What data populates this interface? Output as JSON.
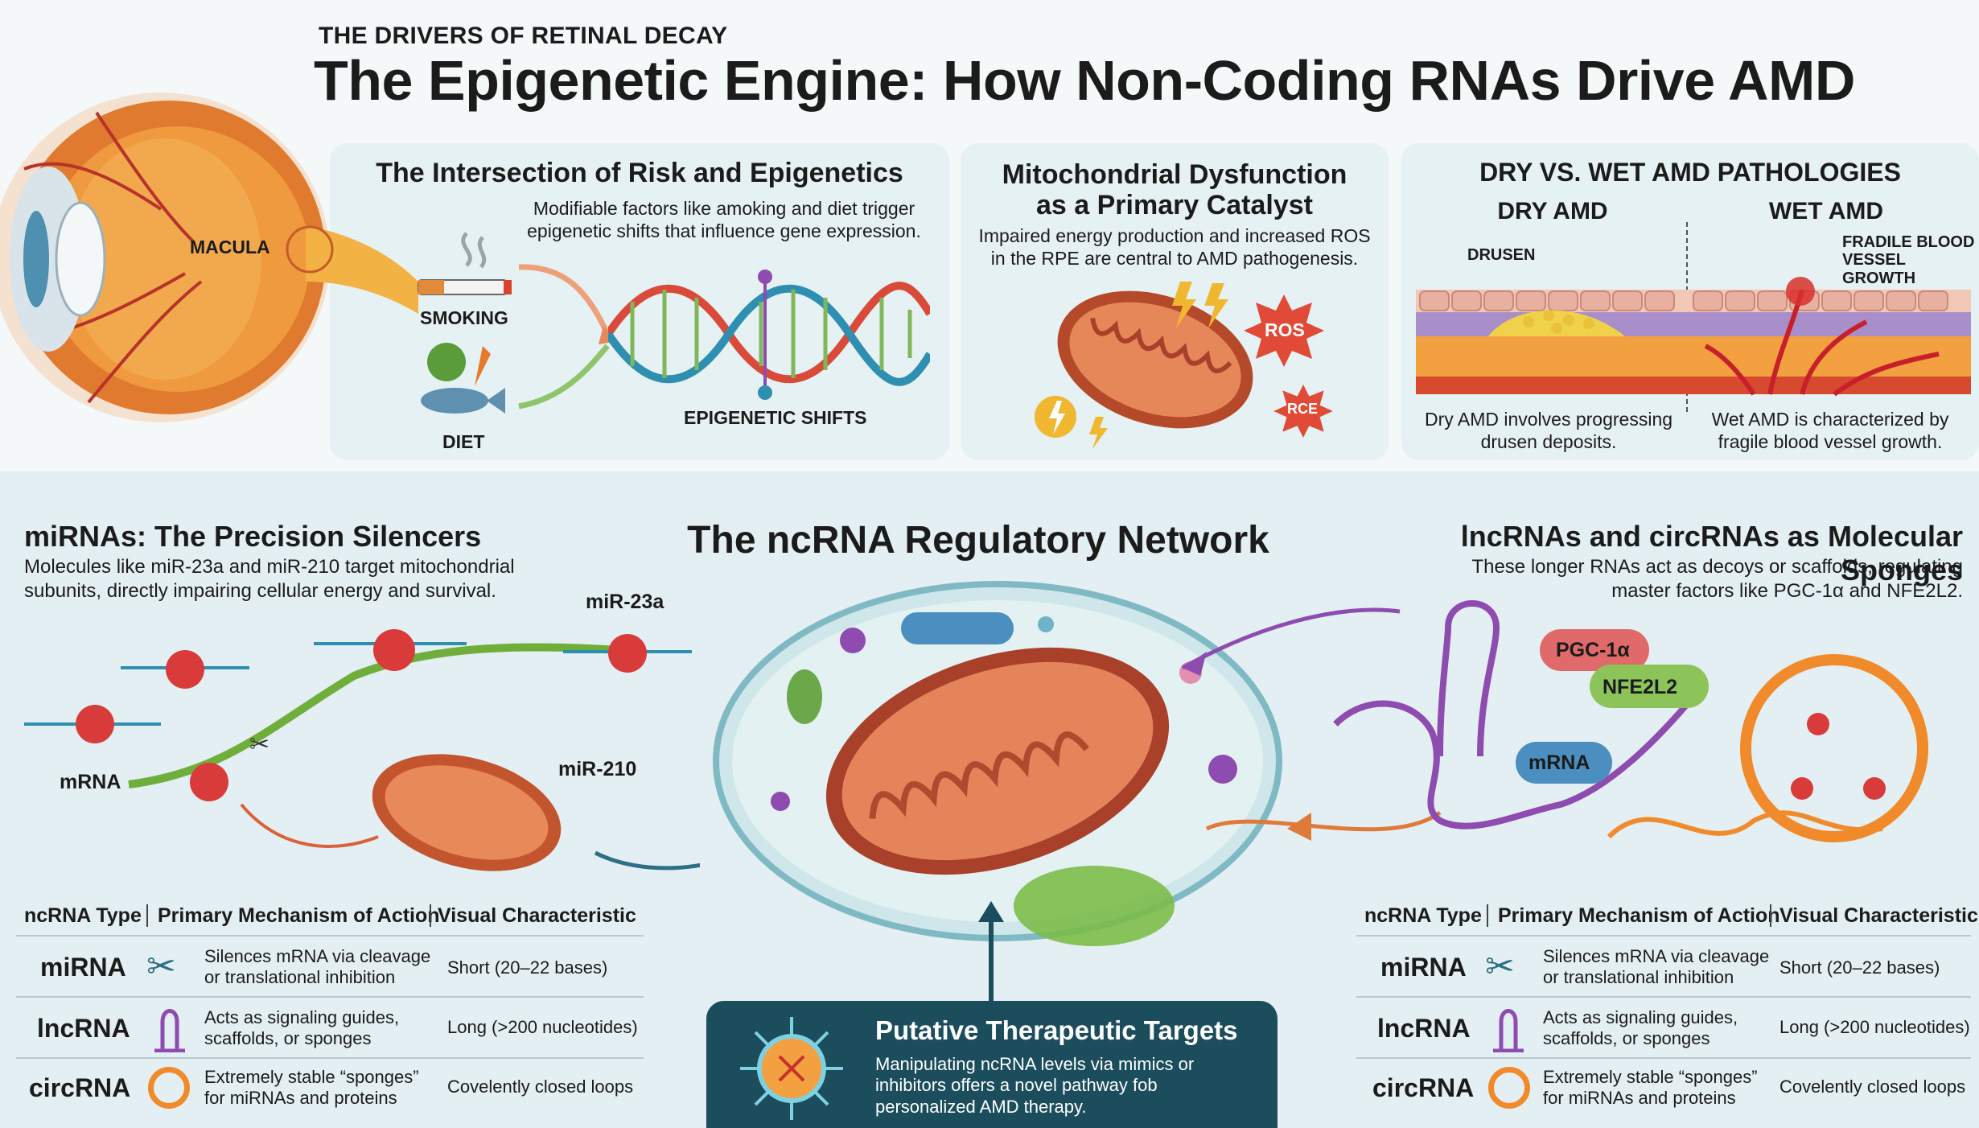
{
  "header": {
    "kicker": "THE DRIVERS OF RETINAL DECAY",
    "title": "The Epigenetic Engine: How Non-Coding RNAs Drive AMD"
  },
  "eye": {
    "macula_label": "MACULA"
  },
  "risk_panel": {
    "title": "The Intersection of Risk and Epigenetics",
    "desc": "Modifiable factors like amoking and diet trigger epigenetic shifts that influence gene expression.",
    "smoking_label": "SMOKING",
    "diet_label": "DIET",
    "shifts_label": "EPIGENETIC SHIFTS"
  },
  "mito_panel": {
    "title_line1": "Mitochondrial Dysfunction",
    "title_line2": "as a Primary Catalyst",
    "desc": "Impaired energy production and increased ROS in the RPE are central to AMD pathogenesis.",
    "ros_label": "ROS",
    "rce_label": "RCE"
  },
  "amd_panel": {
    "title": "DRY VS. WET AMD PATHOLOGIES",
    "dry_label": "DRY AMD",
    "wet_label": "WET AMD",
    "drusen_label": "DRUSEN",
    "vessel_label_line1": "FRADILE BLOOD",
    "vessel_label_line2": "VESSEL GROWTH",
    "dry_desc": "Dry AMD involves progressing drusen deposits.",
    "wet_desc": "Wet AMD is characterized by fragile blood vessel growth."
  },
  "mirna_section": {
    "title": "miRNAs: The Precision Silencers",
    "desc": "Molecules like miR-23a and miR-210 target mitochondrial subunits, directly impairing cellular energy and survival.",
    "mir23a_label": "miR-23a",
    "mir210_label": "miR-210",
    "mrna_label": "mRNA"
  },
  "network": {
    "title": "The ncRNA Regulatory Network"
  },
  "sponge_section": {
    "title": "lncRNAs and circRNAs as Molecular Sponges",
    "desc": "These longer RNAs act as decoys or scaffolds, regulating master factors like PGC-1α and NFE2L2.",
    "pgc_label": "PGC-1α",
    "nfe_label": "NFE2L2",
    "mrna_label": "mRNA"
  },
  "table": {
    "headers": [
      "ncRNA Type",
      "Primary Mechanism of Action",
      "Visual Characteristic"
    ],
    "rows": [
      {
        "name": "miRNA",
        "icon": "scissors-icon",
        "mech_line1": "Silences mRNA via cleavage",
        "mech_line2": "or translational inhibition",
        "visual": "Short (20–22 bases)"
      },
      {
        "name": "lncRNA",
        "icon": "hairpin-rna-icon",
        "mech_line1": "Acts as signaling guides,",
        "mech_line2": "scaffolds, or sponges",
        "visual": "Long (>200 nucleotides)"
      },
      {
        "name": "circRNA",
        "icon": "ring-icon",
        "mech_line1": "Extremely stable “sponges”",
        "mech_line2": "for miRNAs and proteins",
        "visual": "Covelently closed loops"
      }
    ]
  },
  "therapy": {
    "title": "Putative Therapeutic Targets",
    "desc": "Manipulating ncRNA levels via mimics or inhibitors offers a novel pathway fob personalized AMD therapy."
  },
  "colors": {
    "dark_teal": "#1b4d5c",
    "mito_orange": "#d9623a",
    "rna_green": "#6fae3a",
    "rna_red": "#d93a3a",
    "lnc_purple": "#8e4bb0"
  }
}
